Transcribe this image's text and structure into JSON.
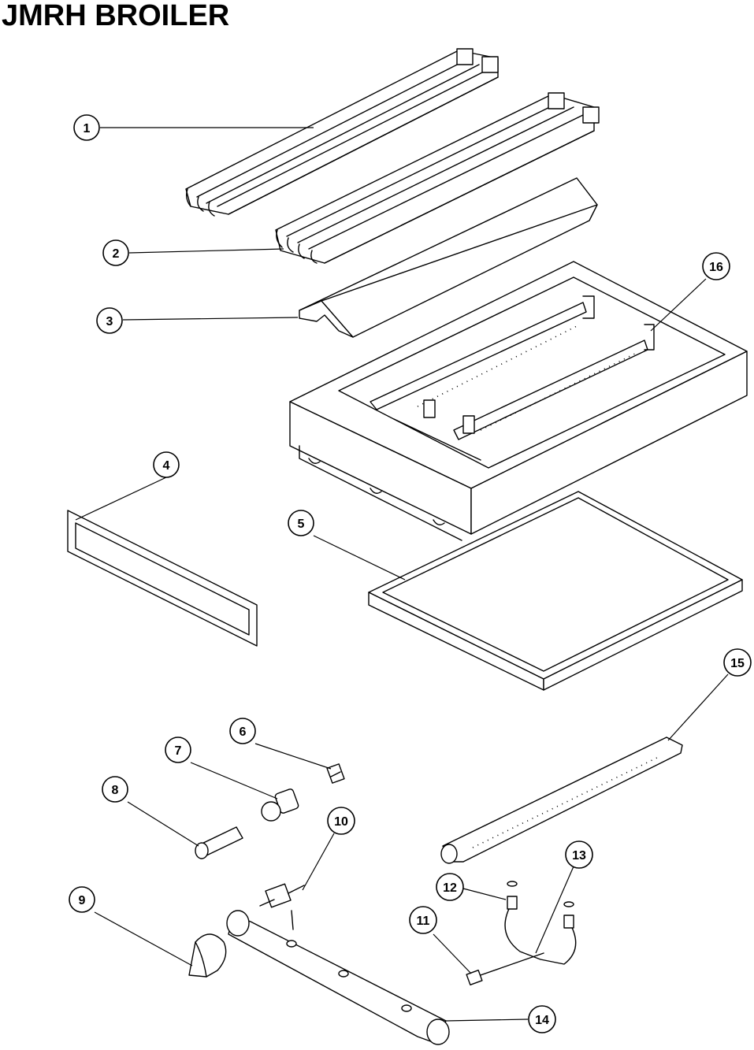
{
  "title": "JMRH BROILER",
  "callouts": [
    "1",
    "2",
    "3",
    "4",
    "5",
    "6",
    "7",
    "8",
    "9",
    "10",
    "11",
    "12",
    "13",
    "14",
    "15",
    "16"
  ]
}
